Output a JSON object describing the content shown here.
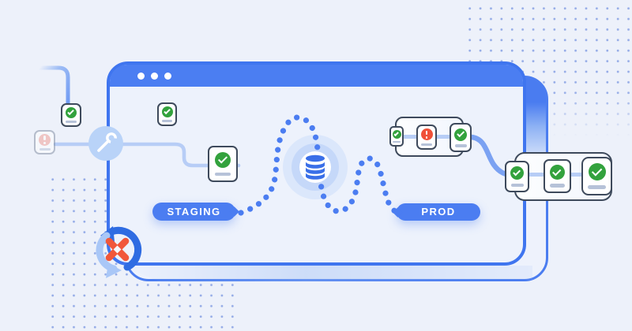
{
  "scene": {
    "background_color": "#edf1fa",
    "accent_color": "#4b7df1",
    "success_color": "#33a23d",
    "error_color": "#f05038",
    "environment_labels": {
      "staging": "STAGING",
      "prod": "PROD"
    },
    "browser_window": {
      "traffic_dot_count": 3
    },
    "pipelines": {
      "left_branch_statuses": [
        "success",
        "success",
        "error-muted",
        "success"
      ],
      "prod_branch_statuses": [
        "success",
        "error",
        "success"
      ],
      "release_statuses": [
        "success",
        "success",
        "success"
      ]
    },
    "icons": [
      "wrench-icon",
      "database-icon",
      "sync-arrows-icon",
      "x-pinwheel-icon",
      "check-icon",
      "exclamation-icon"
    ]
  }
}
